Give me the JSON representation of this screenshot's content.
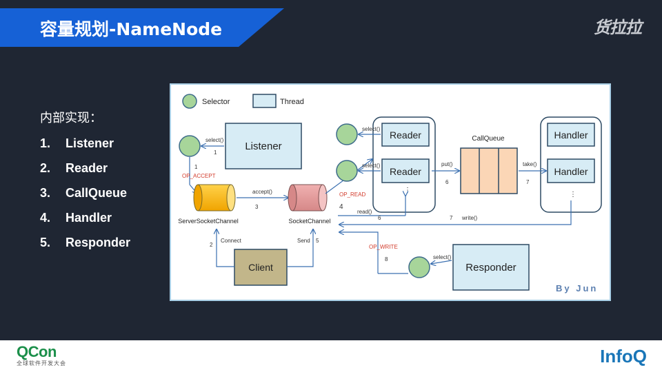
{
  "header": {
    "title": "容量规划-NameNode",
    "brand_logo": "货拉拉"
  },
  "content": {
    "intro_label": "内部实现：",
    "steps": [
      {
        "num": "1.",
        "label": "Listener"
      },
      {
        "num": "2.",
        "label": "Reader"
      },
      {
        "num": "3.",
        "label": "CallQueue"
      },
      {
        "num": "4.",
        "label": "Handler"
      },
      {
        "num": "5.",
        "label": "Responder"
      }
    ]
  },
  "diagram": {
    "legend": {
      "selector": "Selector",
      "thread": "Thread"
    },
    "nodes": {
      "listener": "Listener",
      "reader_1": "Reader",
      "reader_2": "Reader",
      "callqueue": "CallQueue",
      "handler_1": "Handler",
      "handler_2": "Handler",
      "responder": "Responder",
      "client": "Client",
      "server_socket_channel": "ServerSocketChannel",
      "socket_channel": "SocketChannel"
    },
    "edge_labels": {
      "select_listener": "select()",
      "select_reader_1": "select()",
      "select_reader_2": "select()",
      "select_responder": "select()",
      "accept": "accept()",
      "put": "put()",
      "take": "take()",
      "read": "read()",
      "write": "write()",
      "connect": "Connect",
      "send": "Send",
      "op_accept": "OP_ACCEPT",
      "op_read": "OP_READ",
      "op_write": "OP_WRITE"
    },
    "step_numbers": {
      "n1a": "1",
      "n1b": "1",
      "n2": "2",
      "n3": "3",
      "n4": "4",
      "n5": "5",
      "n6a": "6",
      "n6b": "6",
      "n7a": "7",
      "n7b": "7",
      "n8": "8"
    },
    "watermark": "By Jun"
  },
  "footer": {
    "qcon_name": "QCon",
    "qcon_sub": "全球软件开发大会",
    "infoq": "InfoQ"
  }
}
